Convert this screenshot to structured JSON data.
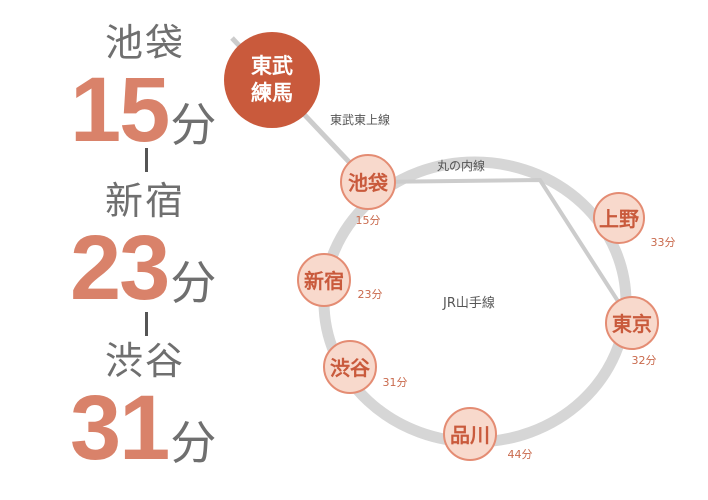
{
  "summary": [
    {
      "station": "池袋",
      "minutes": "15",
      "unit": "分"
    },
    {
      "station": "新宿",
      "minutes": "23",
      "unit": "分"
    },
    {
      "station": "渋谷",
      "minutes": "31",
      "unit": "分"
    }
  ],
  "origin": {
    "line1": "東武",
    "line2": "練馬"
  },
  "lines": {
    "tobu": "東武東上線",
    "marunouchi": "丸の内線",
    "yamanote": "JR山手線"
  },
  "stations": [
    {
      "name": "池袋",
      "time": "15分"
    },
    {
      "name": "上野",
      "time": "33分"
    },
    {
      "name": "新宿",
      "time": "23分"
    },
    {
      "name": "東京",
      "time": "32分"
    },
    {
      "name": "渋谷",
      "time": "31分"
    },
    {
      "name": "品川",
      "time": "44分"
    }
  ],
  "colors": {
    "accent": "#d9826a",
    "origin_fill": "#c95a3c",
    "station_fill": "#f8d9cc",
    "station_stroke": "#e48c73",
    "ring": "#d6d6d6",
    "line": "#cccccc",
    "time_text": "#c96a4d"
  }
}
